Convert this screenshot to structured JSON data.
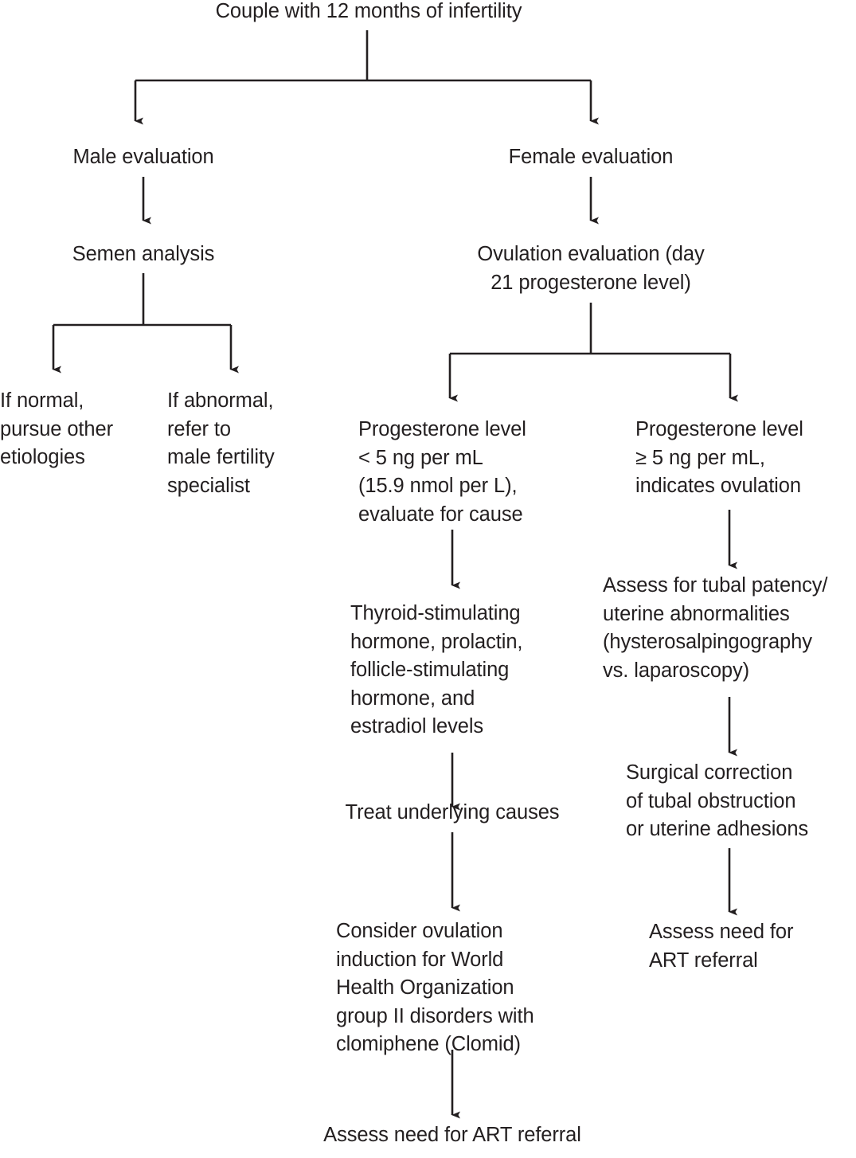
{
  "diagram": {
    "title": "Evaluation of a couple with infertility",
    "type": "flowchart",
    "orientation": "top-down",
    "line_color": "#231f20",
    "text_color": "#231f20",
    "background": "#ffffff"
  },
  "nodes": {
    "root": "Couple with 12 months of infertility",
    "male_evaluation": "Male evaluation",
    "female_evaluation": "Female evaluation",
    "semen_analysis": "Semen analysis",
    "semen_normal": "If normal,\npursue other\netiologies",
    "semen_abnormal": "If abnormal,\nrefer to\nmale fertility\nspecialist",
    "ovulation_evaluation": "Ovulation evaluation (day\n21 progesterone level)",
    "prog_low": "Progesterone level\n< 5 ng per mL\n(15.9 nmol per L),\nevaluate for cause",
    "prog_high": "Progesterone level\n≥ 5 ng per mL,\nindicates ovulation",
    "hormone_panel": "Thyroid-stimulating\nhormone, prolactin,\nfollicle-stimulating\nhormone, and\nestradiol levels",
    "treat_causes": "Treat underlying causes",
    "ovulation_induction": "Consider ovulation\ninduction for World\nHealth Organization\ngroup II disorders with\nclomiphene (Clomid)",
    "art_referral_center": "Assess need for ART referral",
    "tubal_assessment": "Assess for tubal patency/\nuterine abnormalities\n(hysterosalpingography\nvs. laparoscopy)",
    "surgical_correction": "Surgical correction\nof tubal obstruction\nor uterine adhesions",
    "art_referral_right": "Assess need for\nART referral"
  },
  "edges": [
    {
      "from": "root",
      "to": "male_evaluation",
      "style": "elbow-split"
    },
    {
      "from": "root",
      "to": "female_evaluation",
      "style": "elbow-split"
    },
    {
      "from": "male_evaluation",
      "to": "semen_analysis",
      "style": "straight"
    },
    {
      "from": "semen_analysis",
      "to": "semen_normal",
      "style": "elbow-split"
    },
    {
      "from": "semen_analysis",
      "to": "semen_abnormal",
      "style": "elbow-split"
    },
    {
      "from": "female_evaluation",
      "to": "ovulation_evaluation",
      "style": "straight"
    },
    {
      "from": "ovulation_evaluation",
      "to": "prog_low",
      "style": "elbow-split"
    },
    {
      "from": "ovulation_evaluation",
      "to": "prog_high",
      "style": "elbow-split"
    },
    {
      "from": "prog_low",
      "to": "hormone_panel",
      "style": "straight"
    },
    {
      "from": "hormone_panel",
      "to": "treat_causes",
      "style": "straight"
    },
    {
      "from": "treat_causes",
      "to": "ovulation_induction",
      "style": "straight"
    },
    {
      "from": "ovulation_induction",
      "to": "art_referral_center",
      "style": "straight"
    },
    {
      "from": "prog_high",
      "to": "tubal_assessment",
      "style": "straight"
    },
    {
      "from": "tubal_assessment",
      "to": "surgical_correction",
      "style": "straight"
    },
    {
      "from": "surgical_correction",
      "to": "art_referral_right",
      "style": "straight"
    }
  ]
}
